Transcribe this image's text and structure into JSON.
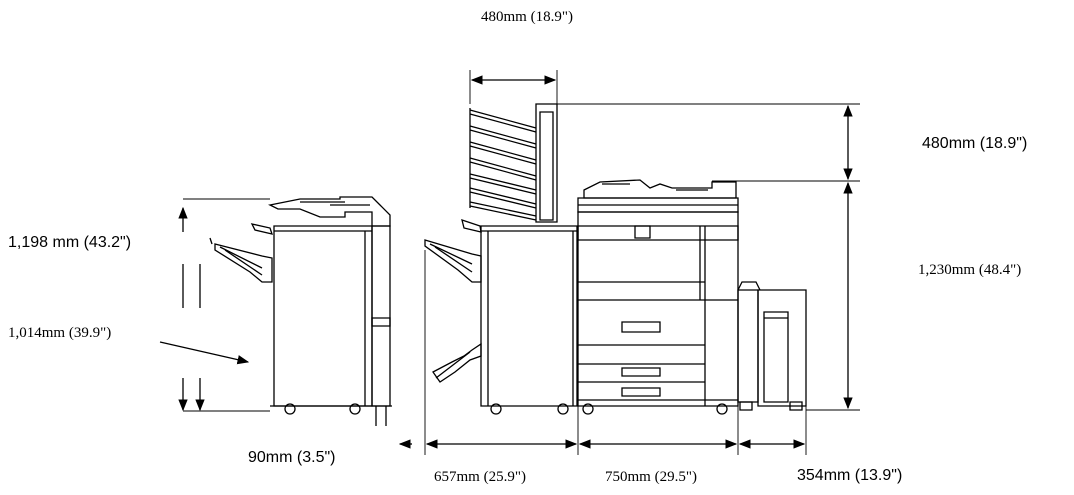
{
  "diagram": {
    "dimensions": {
      "top_width": "480mm (18.9\")",
      "top_height": "480mm (18.9\")",
      "left_height_total": "1,198 mm  (43.2\")",
      "left_height_tray": "1,014mm (39.9\")",
      "right_height": "1,230mm (48.4\")",
      "gap": "90mm (3.5\")",
      "width_finisher": "657mm (25.9\")",
      "width_main": "750mm (29.5\")",
      "width_lct": "354mm (13.9\")"
    },
    "colors": {
      "line": "#000000",
      "background": "#ffffff"
    }
  }
}
